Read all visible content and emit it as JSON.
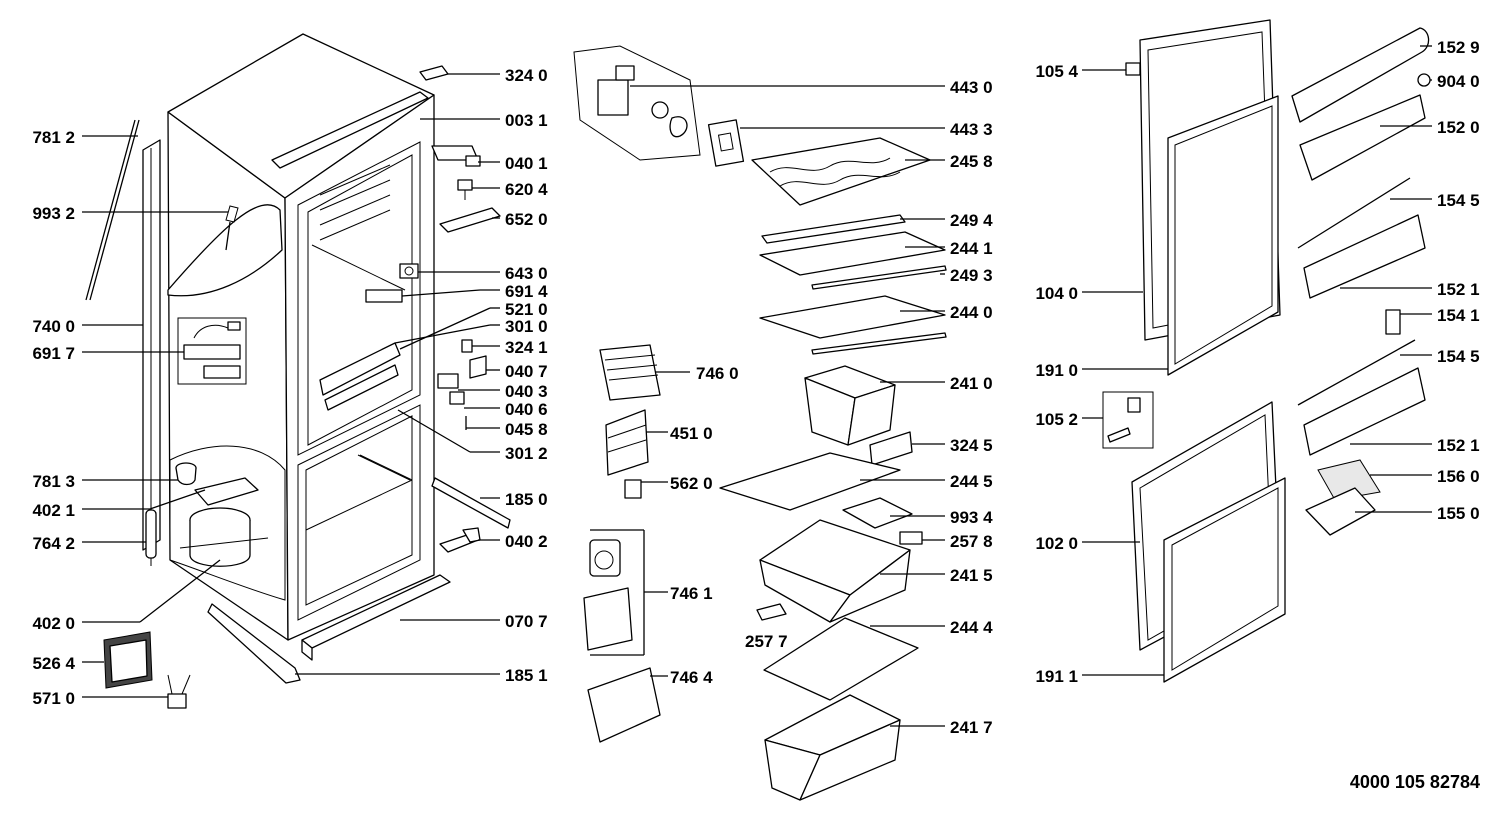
{
  "document_number": "4000 105 82784",
  "part_labels": [
    "324 0",
    "003 1",
    "040 1",
    "620 4",
    "652 0",
    "643 0",
    "691 4",
    "521 0",
    "301 0",
    "324 1",
    "040 7",
    "040 3",
    "040 6",
    "045 8",
    "301 2",
    "185 0",
    "040 2",
    "070 7",
    "185 1",
    "781 2",
    "993 2",
    "740 0",
    "691 7",
    "781 3",
    "402 1",
    "764 2",
    "402 0",
    "526 4",
    "571 0",
    "443 0",
    "443 3",
    "245 8",
    "249 4",
    "244 1",
    "249 3",
    "244 0",
    "746 0",
    "241 0",
    "451 0",
    "324 5",
    "562 0",
    "244 5",
    "993 4",
    "257 8",
    "241 5",
    "746 1",
    "257 7",
    "244 4",
    "746 4",
    "241 7",
    "105 4",
    "152 9",
    "904 0",
    "152 0",
    "154 5",
    "104 0",
    "152 1",
    "154 1",
    "154 5",
    "191 0",
    "105 2",
    "152 1",
    "156 0",
    "155 0",
    "102 0",
    "191 1"
  ]
}
